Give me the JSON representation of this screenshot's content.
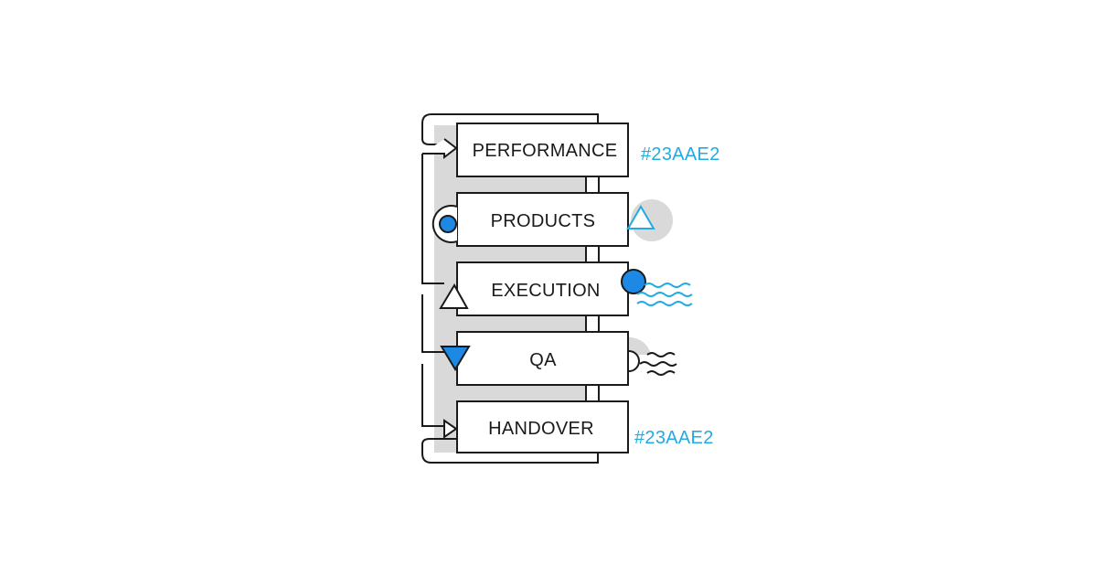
{
  "colors": {
    "accent": "#23AAE2",
    "accent_fill": "#1E88E5",
    "stroke": "#1a1a1a",
    "shadow": "#d9d9d9"
  },
  "stages": [
    {
      "label": "PERFORMANCE"
    },
    {
      "label": "PRODUCTS"
    },
    {
      "label": "EXECUTION"
    },
    {
      "label": "QA"
    },
    {
      "label": "HANDOVER"
    }
  ],
  "annotations": {
    "top_hex": "#23AAE2",
    "bottom_hex": "#23AAE2"
  },
  "icons": [
    "circle-target-icon",
    "triangle-outline-icon",
    "filled-circle-icon",
    "wave-icon",
    "half-circle-icon",
    "arrow-icon",
    "triangle-up-icon",
    "triangle-down-icon"
  ]
}
